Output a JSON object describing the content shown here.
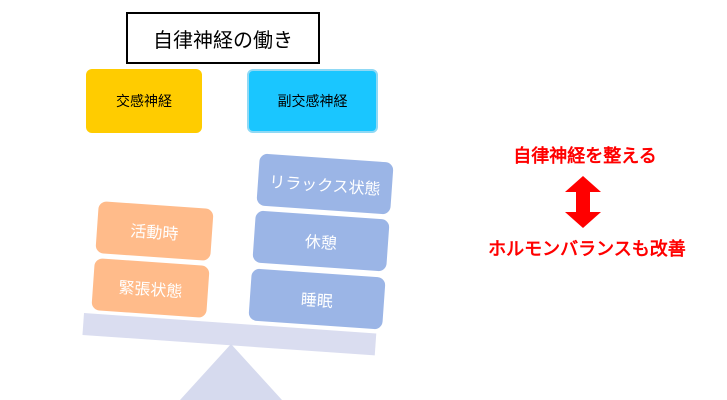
{
  "title": "自律神経の働き",
  "sympathetic": "交感神経",
  "parasympathetic": "副交感神経",
  "left_blocks": [
    "活動時",
    "緊張状態"
  ],
  "right_blocks": [
    "リラックス状態",
    "休憩",
    "睡眠"
  ],
  "message_top": "自律神経を整える",
  "message_bottom": "ホルモンバランスも改善",
  "arrow_icon": "double-vertical-arrow",
  "colors": {
    "sympathetic": "#FFCC00",
    "parasympathetic": "#1AC6FF",
    "left": "#FFBB8A",
    "right": "#9BB5E6",
    "accent": "#FF0000"
  }
}
